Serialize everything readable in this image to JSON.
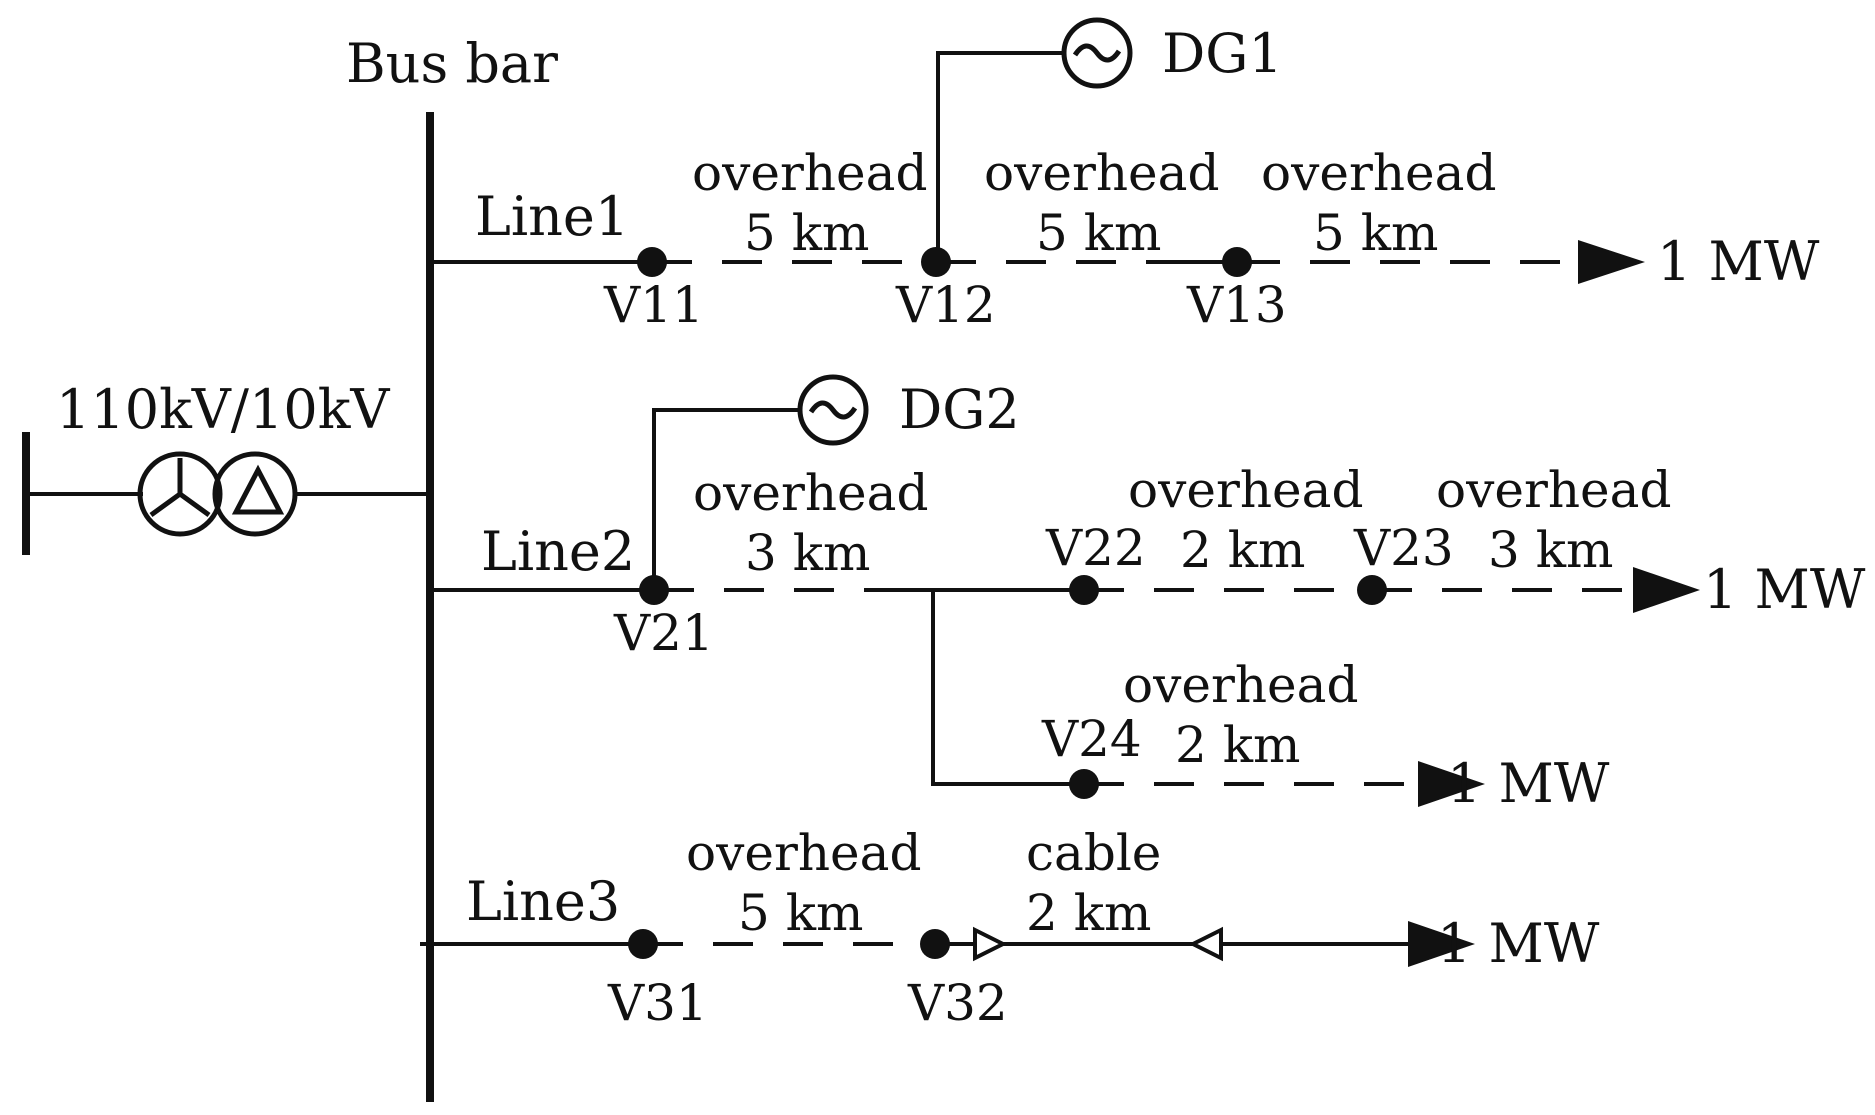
{
  "bus": {
    "label": "Bus bar"
  },
  "transformer": {
    "label": "110kV/10kV"
  },
  "generators": [
    {
      "label": "DG1"
    },
    {
      "label": "DG2"
    }
  ],
  "lines": [
    {
      "label": "Line1"
    },
    {
      "label": "Line2"
    },
    {
      "label": "Line3"
    }
  ],
  "nodes": [
    "V11",
    "V12",
    "V13",
    "V21",
    "V22",
    "V23",
    "V24",
    "V31",
    "V32"
  ],
  "segments": [
    {
      "type": "overhead",
      "length": "5 km"
    },
    {
      "type": "overhead",
      "length": "5 km"
    },
    {
      "type": "overhead",
      "length": "5 km"
    },
    {
      "type": "overhead",
      "length": "3 km"
    },
    {
      "type": "overhead",
      "length": "2 km"
    },
    {
      "type": "overhead",
      "length": "3 km"
    },
    {
      "type": "overhead",
      "length": "2 km"
    },
    {
      "type": "overhead",
      "length": "5 km"
    },
    {
      "type": "cable",
      "length": "2 km"
    }
  ],
  "loads": [
    "1 MW",
    "1 MW",
    "1 MW",
    "1 MW"
  ]
}
